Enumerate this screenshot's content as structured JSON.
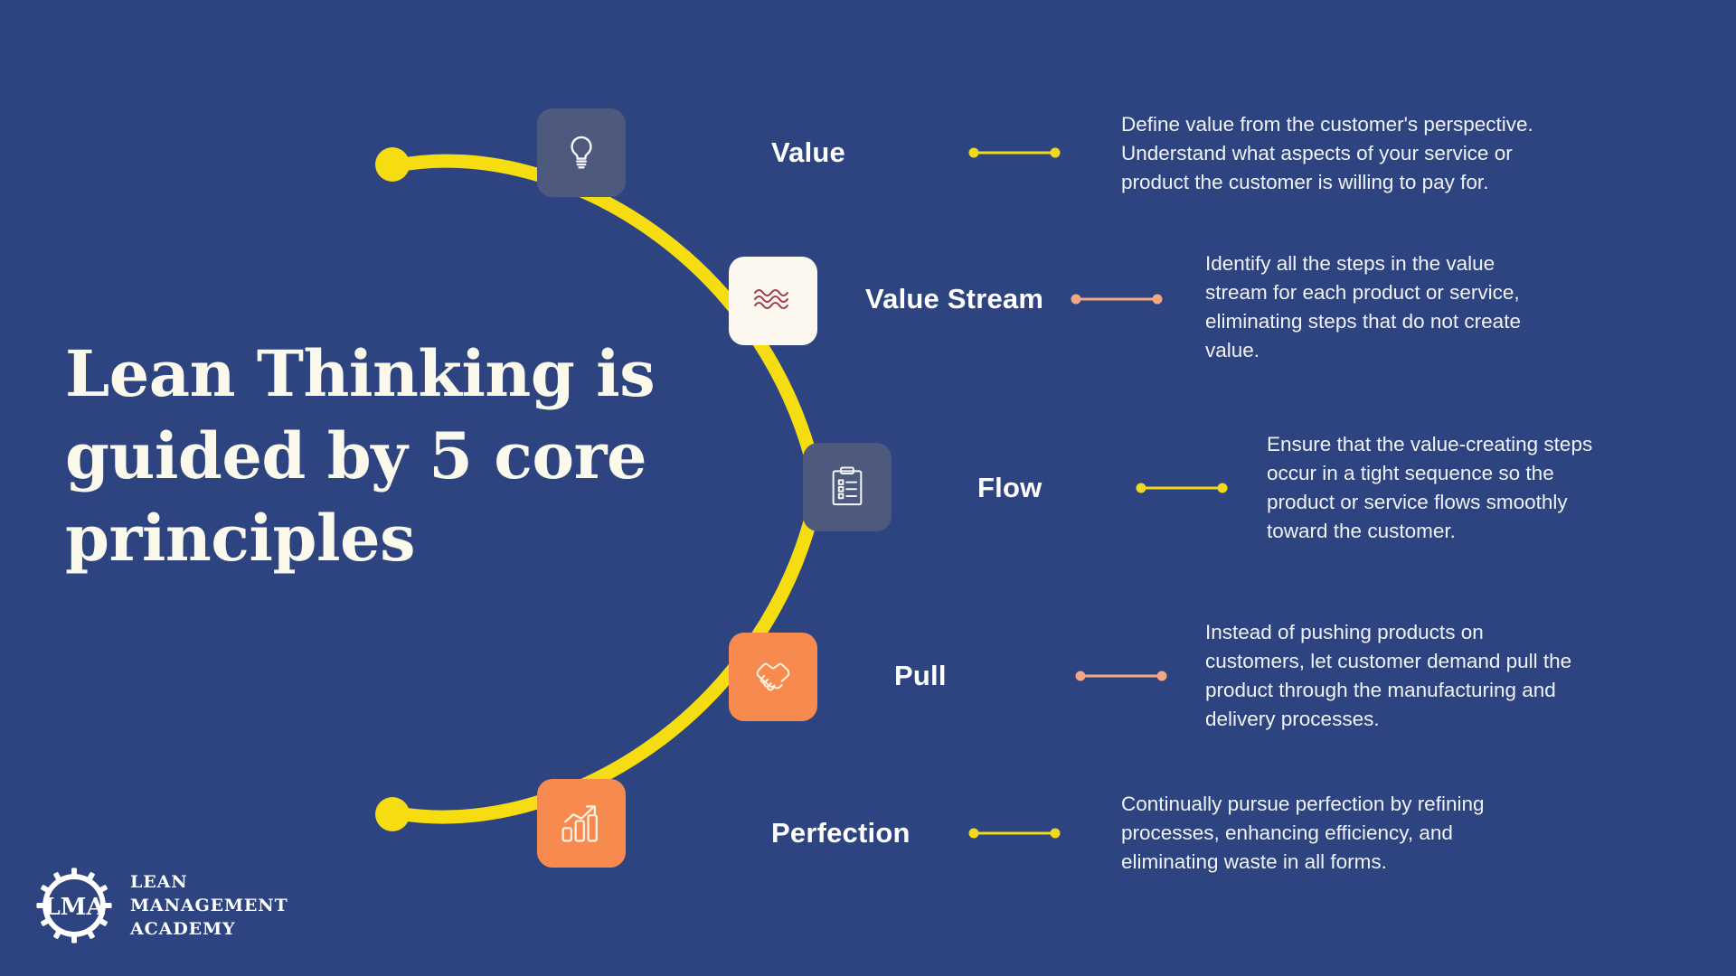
{
  "theme": {
    "background": "#2d4480",
    "headline_color": "#fbf9ec",
    "arc_color": "#f5dd12",
    "tile_slate": "#4e5a7d",
    "tile_cream": "#fdf8ef",
    "tile_orange": "#f68a4f",
    "connector_yellow": "#f0d91f",
    "connector_salmon": "#f2a882",
    "body_text_color": "#f0f2f8"
  },
  "headline": {
    "line1": "Lean Thinking is",
    "line2": "guided by 5 core",
    "line3": "principles"
  },
  "principles": [
    {
      "id": "value",
      "title": "Value",
      "body": "Define value from the customer's perspective. Understand what aspects of your service or product the customer is willing to pay for.",
      "icon": "lightbulb-icon",
      "tile_style": "slate",
      "connector_color": "#f0d91f"
    },
    {
      "id": "value-stream",
      "title": "Value Stream",
      "body": "Identify all the steps in the value stream for each product or service, eliminating steps that do not create value.",
      "icon": "waves-icon",
      "tile_style": "cream",
      "connector_color": "#f2a882"
    },
    {
      "id": "flow",
      "title": "Flow",
      "body": "Ensure that the value-creating steps occur in a tight sequence so the product or service flows smoothly toward the customer.",
      "icon": "clipboard-checklist-icon",
      "tile_style": "slate",
      "connector_color": "#f0d91f"
    },
    {
      "id": "pull",
      "title": "Pull",
      "body": "Instead of pushing products on customers, let customer demand pull the product through the manufacturing and delivery processes.",
      "icon": "handshake-icon",
      "tile_style": "orange",
      "connector_color": "#f2a882"
    },
    {
      "id": "perfection",
      "title": "Perfection",
      "body": "Continually pursue perfection by refining processes, enhancing efficiency, and eliminating waste in all forms.",
      "icon": "bar-chart-growth-icon",
      "tile_style": "orange",
      "connector_color": "#f0d91f"
    }
  ],
  "logo": {
    "monogram": "LMA",
    "line1": "LEAN",
    "line2": "MANAGEMENT",
    "line3": "ACADEMY"
  }
}
